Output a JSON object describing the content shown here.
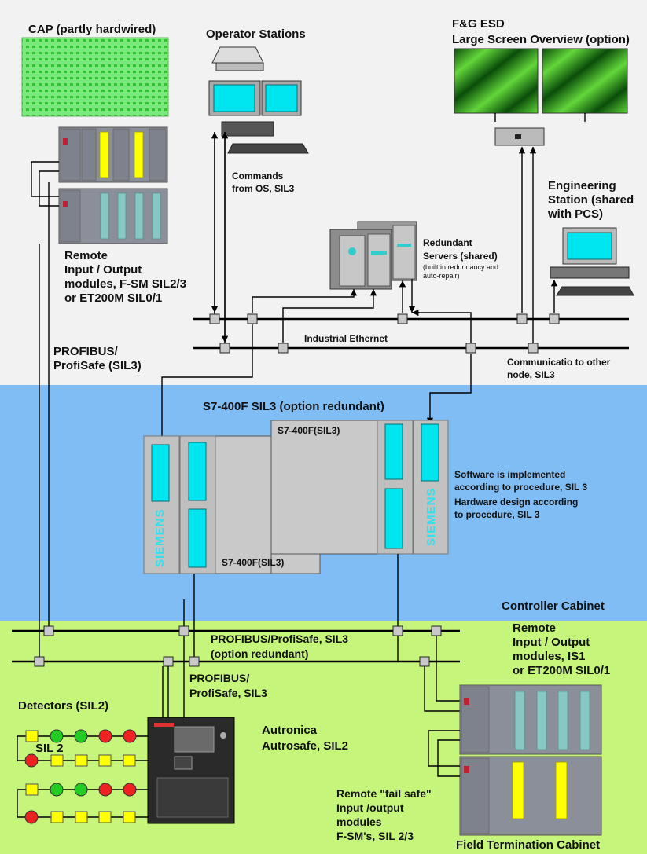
{
  "zones": {
    "top": {
      "color": "#f2f2f2"
    },
    "controller": {
      "label": "Controller Cabinet",
      "color": "#7fbdf4"
    },
    "field": {
      "label": "Field Termination Cabinet",
      "color": "#c6f57c"
    }
  },
  "labels": {
    "cap": "CAP (partly hardwired)",
    "operator_stations": "Operator Stations",
    "fg_esd": [
      "F&G ESD",
      "Large Screen Overview (option)"
    ],
    "commands": [
      "Commands",
      "from OS, SIL3"
    ],
    "engineering": [
      "Engineering",
      "Station (shared",
      "with PCS)"
    ],
    "redundant_servers": [
      "Redundant",
      "Servers (shared)"
    ],
    "redundant_servers_note": [
      "(built in redundancy and",
      "auto-repair)"
    ],
    "remote_io_top": [
      "Remote",
      "Input / Output",
      "modules, F-SM SIL2/3",
      "or ET200M SIL0/1"
    ],
    "profibus_left": [
      "PROFIBUS/",
      "ProfiSafe (SIL3)"
    ],
    "industrial_ethernet": "Industrial Ethernet",
    "comm_other_node": [
      "Communicatio to other",
      "node, SIL3"
    ],
    "s7_title": "S7-400F SIL3 (option redundant)",
    "s7_front": "S7-400F(SIL3)",
    "s7_back": "S7-400F(SIL3)",
    "siemens": "SIEMENS",
    "software_note": [
      "Software is implemented",
      "according to procedure, SIL 3",
      "Hardware design according",
      "to procedure, SIL 3"
    ],
    "profibus_bus": [
      "PROFIBUS/ProfiSafe, SIL3",
      "(option redundant)"
    ],
    "remote_io_field": [
      "Remote",
      "Input / Output",
      "modules, IS1",
      "or ET200M SIL0/1"
    ],
    "profibus_short": [
      "PROFIBUS/",
      "ProfiSafe, SIL3"
    ],
    "detectors": "Detectors (SIL2)",
    "sil2": "SIL 2",
    "autronica": [
      "Autronica",
      "Autrosafe, SIL2"
    ],
    "fail_safe": [
      "Remote \"fail safe\"",
      "Input /output",
      "modules",
      "F-SM's, SIL 2/3"
    ]
  }
}
